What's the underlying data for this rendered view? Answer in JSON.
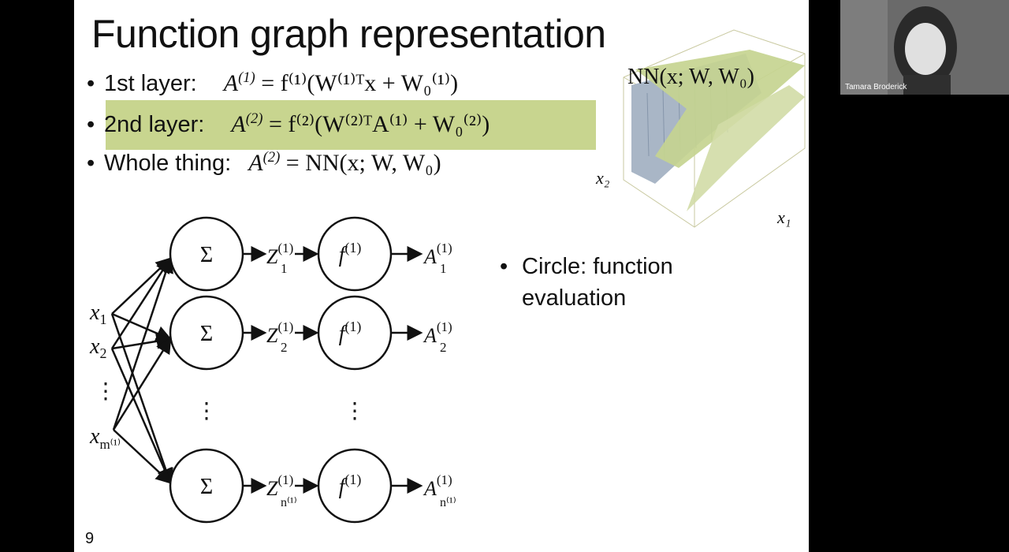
{
  "slide": {
    "title": "Function graph representation",
    "number": "9",
    "bullets": [
      {
        "label": "1st layer:",
        "formula_lhs": "A",
        "formula_lhs_sup": "(1)",
        "formula_rhs": "= f⁽¹⁾(W⁽¹⁾ᵀx + W₀⁽¹⁾)"
      },
      {
        "label": "2nd layer:",
        "formula_lhs": "A",
        "formula_lhs_sup": "(2)",
        "formula_rhs": "= f⁽²⁾(W⁽²⁾ᵀA⁽¹⁾ + W₀⁽²⁾)"
      },
      {
        "label": "Whole thing:",
        "formula_lhs": "A",
        "formula_lhs_sup": "(2)",
        "formula_rhs": "= NN(x; W, W₀)"
      }
    ],
    "side_note": "Circle: function evaluation",
    "highlight_color": "#c8d58f"
  },
  "diagram": {
    "inputs": [
      "x",
      "x",
      "⋮",
      "x"
    ],
    "input_subs": [
      "1",
      "2",
      "",
      "m⁽¹⁾"
    ],
    "sum_symbol": "Σ",
    "activation": "f",
    "activation_sup": "(1)",
    "z_label": "Z",
    "a_label": "A",
    "node_subs": [
      "1",
      "2",
      "n⁽¹⁾"
    ],
    "layer_sup": "(1)",
    "vdots": "⋮"
  },
  "plot3d": {
    "title": "NN(x; W, W₀)",
    "axis_x1": "x₁",
    "axis_x2": "x₂",
    "surface_color": "#bfcf8f"
  },
  "video": {
    "participant_name": "Tamara Broderick"
  }
}
